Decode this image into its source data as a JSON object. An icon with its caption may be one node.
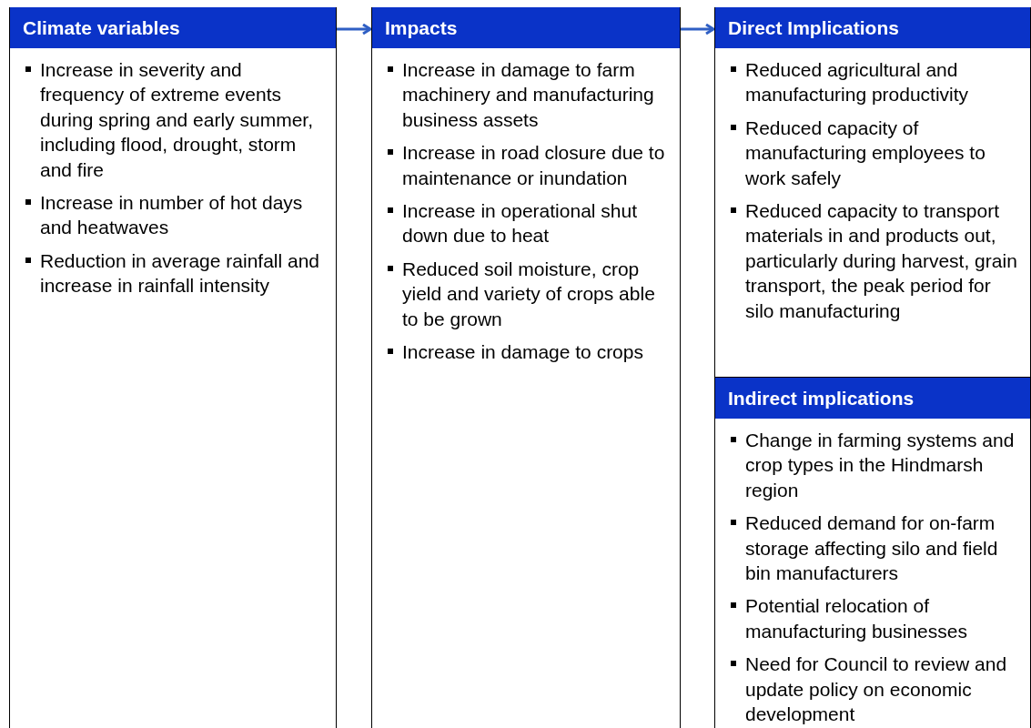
{
  "diagram": {
    "nodes": [
      {
        "text": [
          "Climate variables",
          "Increase in severity and frequency of extreme events during spring and early summer, including flood, drought, storm and fire",
          "Increase in number of hot days and heatwaves",
          "Reduction in average rainfall and increase in rainfall intensity"
        ]
      },
      {
        "text": [
          "Impacts",
          "Increase in damage to farm machinery and manufacturing business assets",
          "Increase in road closure due to maintenance or inundation",
          "Increase in operational shut down due to heat",
          "Reduced soil moisture, crop yield and variety of crops able to be grown",
          "Increase in damage to crops"
        ]
      },
      {
        "text": [
          "Direct Implications",
          "Reduced agricultural and manufacturing productivity",
          "Reduced capacity of manufacturing employees to work safely",
          "Reduced capacity to transport materials in and products out, particularly during harvest, grain transport, the peak period for silo manufacturing"
        ]
      },
      {
        "text": [
          "Indirect implications",
          "Change in farming systems and crop types in the Hindmarsh region",
          "Reduced demand for on-farm storage affecting silo and field bin manufacturers",
          "Potential relocation of manufacturing businesses",
          "Need for Council to review and update policy on economic development"
        ]
      }
    ],
    "edges": [
      {
        "from": 0,
        "to": 1,
        "arrow": "to"
      },
      {
        "from": 1,
        "to": 2,
        "arrow": "to"
      }
    ]
  }
}
